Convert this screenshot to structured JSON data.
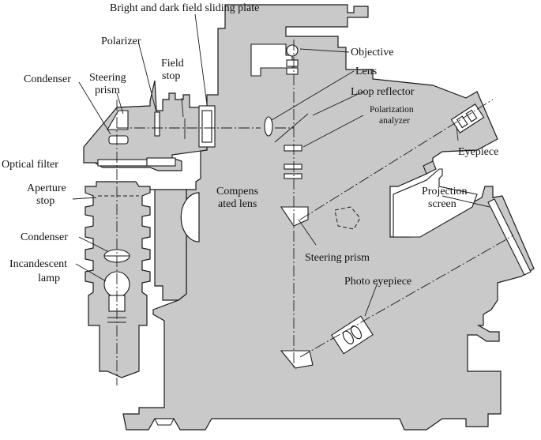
{
  "colors": {
    "body": "#c9c9c9",
    "outline": "#1a1a1a",
    "text": "#111111",
    "background": "#ffffff"
  },
  "labels": {
    "sliding_plate": "Bright and dark field sliding plate",
    "polarizer": "Polarizer",
    "field_stop_1": "Field",
    "field_stop_2": "stop",
    "condenser_top": "Condenser",
    "steering_prism_top_1": "Steering",
    "steering_prism_top_2": "prism",
    "objective": "Objective",
    "lens": "Lens",
    "loop_reflector": "Loop reflector",
    "polarization_analyzer_1": "Polarization",
    "polarization_analyzer_2": "analyzer",
    "eyepiece": "Eyepiece",
    "optical_filter": "Optical filter",
    "aperture_stop_1": "Aperture",
    "aperture_stop_2": "stop",
    "compensated_lens_1": "Compens",
    "compensated_lens_2": "ated lens",
    "projection_screen_1": "Projection",
    "projection_screen_2": "screen",
    "condenser_lower": "Condenser",
    "incandescent_lamp_1": "Incandescent",
    "incandescent_lamp_2": "lamp",
    "steering_prism_lower": "Steering prism",
    "photo_eyepiece": "Photo eyepiece"
  }
}
